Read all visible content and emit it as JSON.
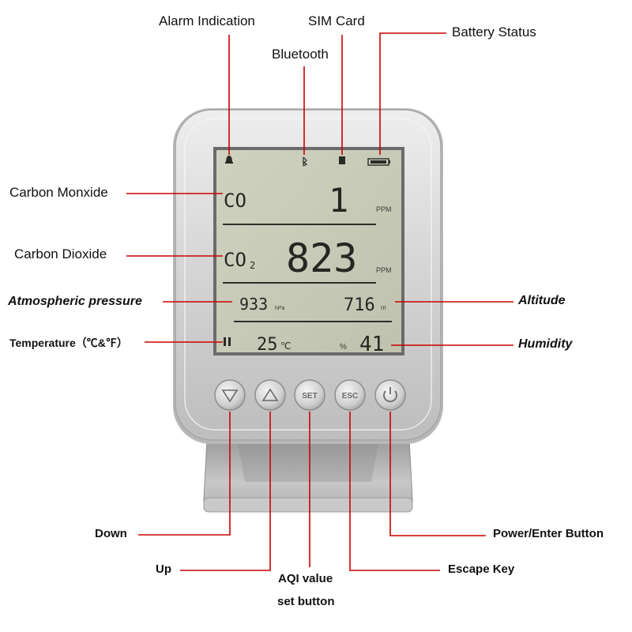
{
  "callouts": {
    "alarm": "Alarm Indication",
    "sim": "SIM Card",
    "battery": "Battery Status",
    "bluetooth": "Bluetooth",
    "co": "Carbon Monxide",
    "co2": "Carbon Dioxide",
    "pressure": "Atmospheric pressure",
    "altitude": "Altitude",
    "temperature": "Temperature（℃&℉）",
    "humidity": "Humidity",
    "down": "Down",
    "up": "Up",
    "aqi_line1": "AQI value",
    "aqi_line2": "set button",
    "escape": "Escape Key",
    "power": "Power/Enter Button"
  },
  "lcd": {
    "co_label": "CO",
    "co_value": "1",
    "co_unit": "PPM",
    "co2_label": "CO",
    "co2_sub": "2",
    "co2_value": "823",
    "co2_unit": "PPM",
    "pressure_value": "933",
    "pressure_unit": "hPa",
    "altitude_value": "716",
    "altitude_unit": "m",
    "temp_value": "25",
    "temp_unit": "℃",
    "humidity_value": "41",
    "humidity_unit": "%"
  },
  "buttons": {
    "set": "SET",
    "esc": "ESC"
  },
  "colors": {
    "leader_line": "#cc0000",
    "lcd_bg": "#c8cbb9",
    "bezel": "#d9d9d9"
  },
  "icons": [
    "alarm-bell-icon",
    "bluetooth-icon",
    "sim-card-icon",
    "battery-icon",
    "down-arrow-icon",
    "up-arrow-icon",
    "power-icon"
  ]
}
